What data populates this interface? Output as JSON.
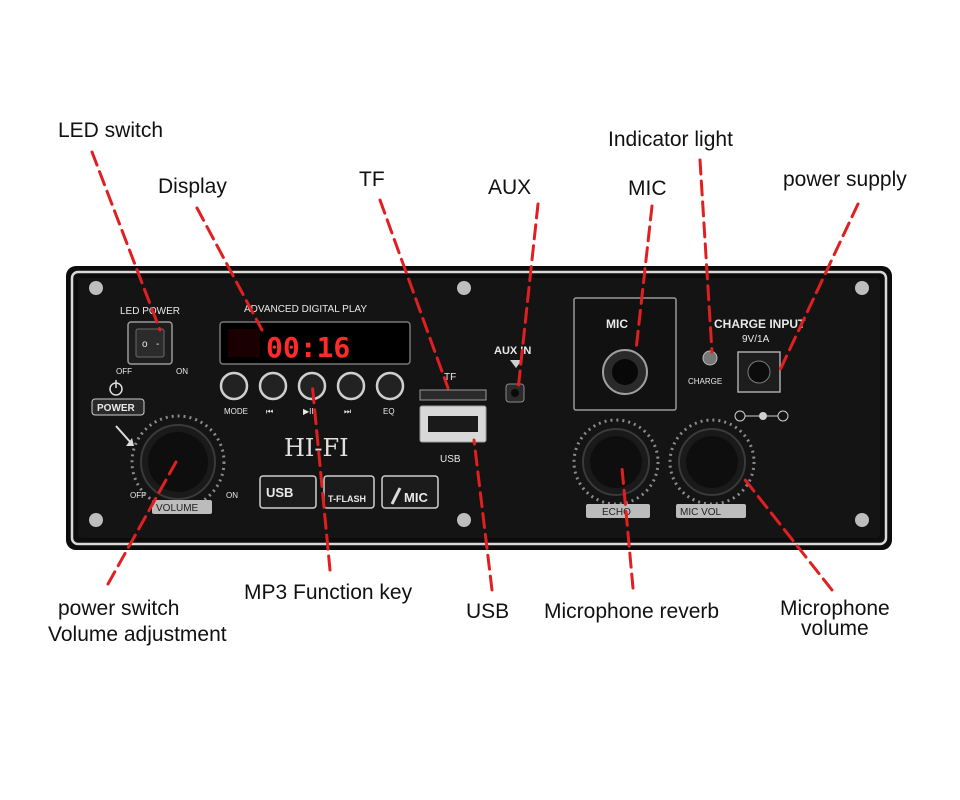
{
  "callouts": {
    "led_switch": "LED switch",
    "display": "Display",
    "tf": "TF",
    "aux": "AUX",
    "indicator": "Indicator light",
    "mic": "MIC",
    "power_supply": "power supply",
    "power_switch": "power switch",
    "volume_adjustment": "Volume adjustment",
    "mp3_key": "MP3 Function key",
    "usb": "USB",
    "mic_reverb": "Microphone reverb",
    "mic_volume_1": "Microphone",
    "mic_volume_2": "volume"
  },
  "panel": {
    "led_power": "LED POWER",
    "off": "OFF",
    "on": "ON",
    "power": "POWER",
    "volume": "VOLUME",
    "advanced": "ADVANCED DIGITAL PLAY",
    "readout": "00:16",
    "buttons": [
      "MODE",
      "⏮",
      "▶II",
      "⏭",
      "EQ"
    ],
    "hifi": "HI-FI",
    "usb_badge": "USB",
    "tflash": "T-FLASH",
    "mic_badge": "MIC",
    "tf": "TF",
    "usb": "USB",
    "aux_in": "AUX IN",
    "mic_box": "MIC",
    "charge_input": "CHARGE INPUT",
    "charge_rating": "9V/1A",
    "charge": "CHARGE",
    "echo": "ECHO",
    "mic_vol": "MIC VOL"
  },
  "colors": {
    "leader": "#e02020",
    "panel_bg": "#111111",
    "display_red": "#ff2a2a"
  }
}
